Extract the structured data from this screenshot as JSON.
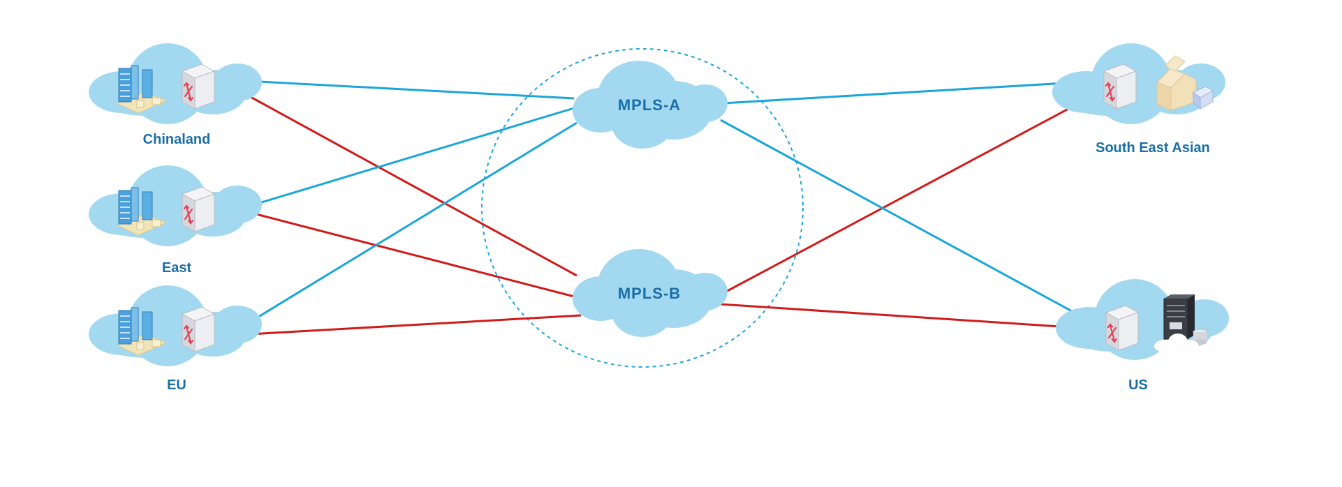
{
  "colors": {
    "primary_link": "#1aa6d8",
    "secondary_link": "#d11a1a",
    "cloud_fill": "#a3d9f0",
    "label": "#1a6ea8"
  },
  "sites": {
    "chinaland": {
      "label": "Chinaland",
      "icons": [
        "office-buildings-icon",
        "router-icon"
      ]
    },
    "east": {
      "label": "East",
      "icons": [
        "office-buildings-icon",
        "router-icon"
      ]
    },
    "eu": {
      "label": "EU",
      "icons": [
        "office-buildings-icon",
        "router-icon"
      ]
    },
    "sea": {
      "label": "South East Asian",
      "icons": [
        "router-icon",
        "warehouse-boxes-icon"
      ]
    },
    "us": {
      "label": "US",
      "icons": [
        "router-icon",
        "datacenter-server-icon"
      ]
    }
  },
  "core": {
    "mpls_a": {
      "label": "MPLS-A"
    },
    "mpls_b": {
      "label": "MPLS-B"
    }
  },
  "links": [
    {
      "from": "chinaland",
      "to": "mpls_a",
      "type": "primary"
    },
    {
      "from": "chinaland",
      "to": "mpls_b",
      "type": "secondary"
    },
    {
      "from": "east",
      "to": "mpls_a",
      "type": "primary"
    },
    {
      "from": "east",
      "to": "mpls_b",
      "type": "secondary"
    },
    {
      "from": "eu",
      "to": "mpls_a",
      "type": "primary"
    },
    {
      "from": "eu",
      "to": "mpls_b",
      "type": "secondary"
    },
    {
      "from": "sea",
      "to": "mpls_a",
      "type": "primary"
    },
    {
      "from": "sea",
      "to": "mpls_b",
      "type": "secondary"
    },
    {
      "from": "us",
      "to": "mpls_a",
      "type": "primary"
    },
    {
      "from": "us",
      "to": "mpls_b",
      "type": "secondary"
    }
  ]
}
